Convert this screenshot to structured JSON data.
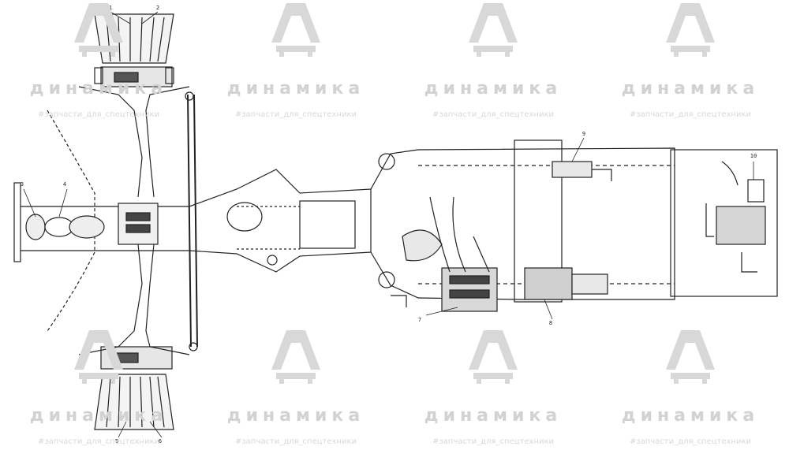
{
  "watermark": {
    "word": "динамика",
    "tagline": "#запчасти_для_спецтехники",
    "color": "#d2d2d2",
    "logo_icon": "dinamika-logo-icon"
  },
  "drawing": {
    "line_color": "#222222",
    "part_labels": [
      "1",
      "2",
      "3",
      "4",
      "5",
      "6",
      "7",
      "8",
      "9",
      "10"
    ]
  }
}
